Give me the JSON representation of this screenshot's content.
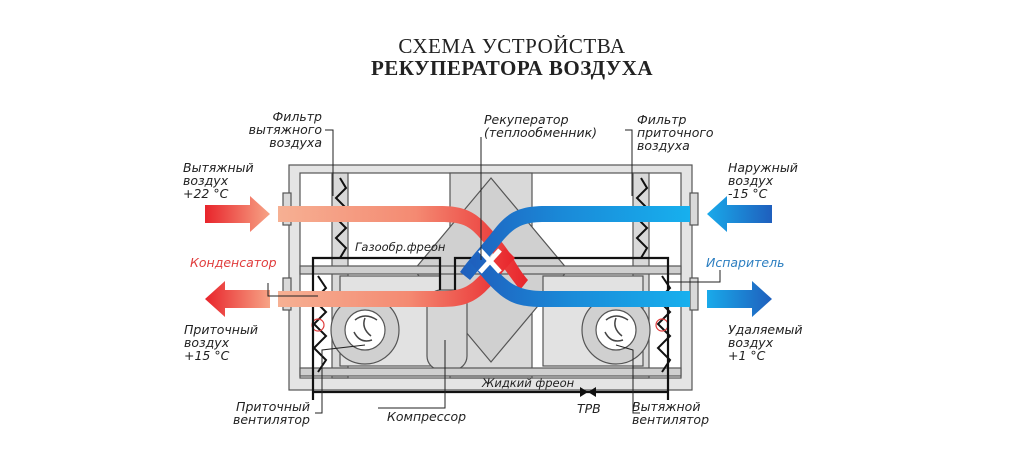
{
  "title": {
    "line1": "СХЕМА УСТРОЙСТВА",
    "line2": "РЕКУПЕРАТОРА ВОЗДУХА"
  },
  "labels": {
    "exhaust_filter": "Фильтр\nвытяжного\nвоздуха",
    "recuperator": "Рекуператор\n(теплообменник)",
    "supply_filter": "Фильтр\nприточного\nвоздуха",
    "exhaust_air_in": "Вытяжный\nвоздух\n+22 °C",
    "outdoor_air_in": "Наружный\nвоздух\n-15 °C",
    "condenser": "Конденсатор",
    "evaporator": "Испаритель",
    "gas_freon": "Газообр.фреон",
    "supply_air_out": "Приточный\nвоздух\n+15 °C",
    "removed_air_out": "Удаляемый\nвоздух\n+1 °C",
    "liquid_freon": "Жидкий фреон",
    "trv": "ТРВ",
    "supply_fan": "Приточный\nвентилятор",
    "compressor": "Компрессор",
    "exhaust_fan": "Вытяжной\nвентилятор"
  },
  "colors": {
    "warm": "#e8242b",
    "warm_light": "#f5a88a",
    "cold": "#1f6fc4",
    "cold_light": "#1aa5e8",
    "housing": "#d9d9d9",
    "line": "#222222"
  }
}
